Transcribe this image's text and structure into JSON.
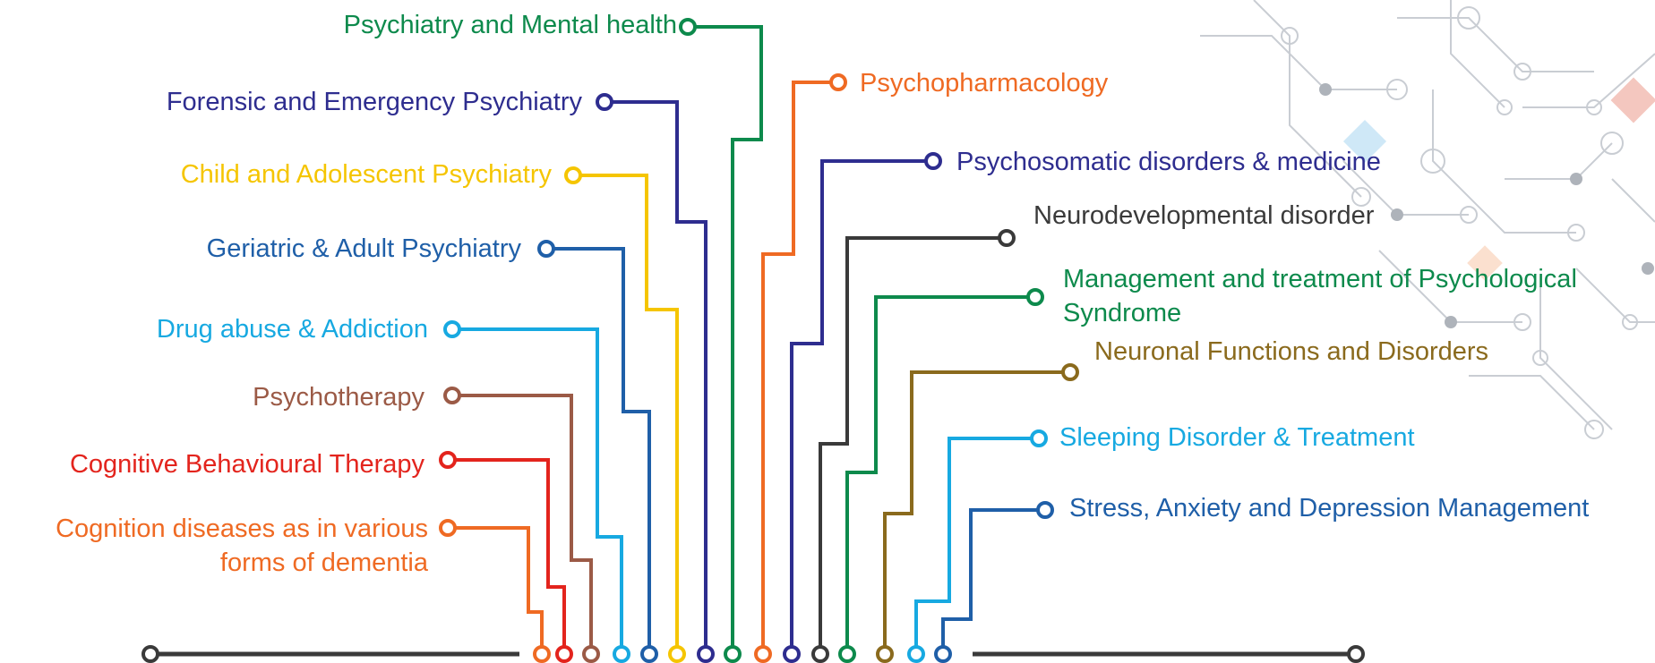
{
  "colors": {
    "green": "#0d8a4c",
    "navy": "#2e2d8f",
    "yellow": "#f5c500",
    "blue": "#1f5fa8",
    "cyan": "#17a9e1",
    "brown": "#9b5a46",
    "red": "#e3241d",
    "orange": "#ef6a23",
    "dark": "#3a3a3a",
    "olive": "#8a6a1d",
    "decor": "#c9cdd3"
  },
  "left_topics": [
    {
      "label": "Psychiatry and Mental health",
      "color": "#0d8a4c"
    },
    {
      "label": "Forensic and Emergency Psychiatry",
      "color": "#2e2d8f"
    },
    {
      "label": "Child and Adolescent Psychiatry",
      "color": "#f5c500"
    },
    {
      "label": "Geriatric & Adult Psychiatry",
      "color": "#1f5fa8"
    },
    {
      "label": "Drug abuse & Addiction",
      "color": "#17a9e1"
    },
    {
      "label": "Psychotherapy",
      "color": "#9b5a46"
    },
    {
      "label": "Cognitive Behavioural Therapy",
      "color": "#e3241d"
    },
    {
      "label": "Cognition diseases as in various forms of dementia",
      "color": "#ef6a23"
    }
  ],
  "right_topics": [
    {
      "label": "Psychopharmacology",
      "color": "#ef6a23"
    },
    {
      "label": "Psychosomatic disorders & medicine",
      "color": "#2e2d8f"
    },
    {
      "label": "Neurodevelopmental disorder",
      "color": "#3a3a3a"
    },
    {
      "label": "Management and treatment of Psychological Syndrome",
      "color": "#0d8a4c"
    },
    {
      "label": "Neuronal Functions and Disorders",
      "color": "#8a6a1d"
    },
    {
      "label": "Sleeping Disorder & Treatment",
      "color": "#17a9e1"
    },
    {
      "label": "Stress, Anxiety and Depression Management",
      "color": "#1f5fa8"
    }
  ]
}
